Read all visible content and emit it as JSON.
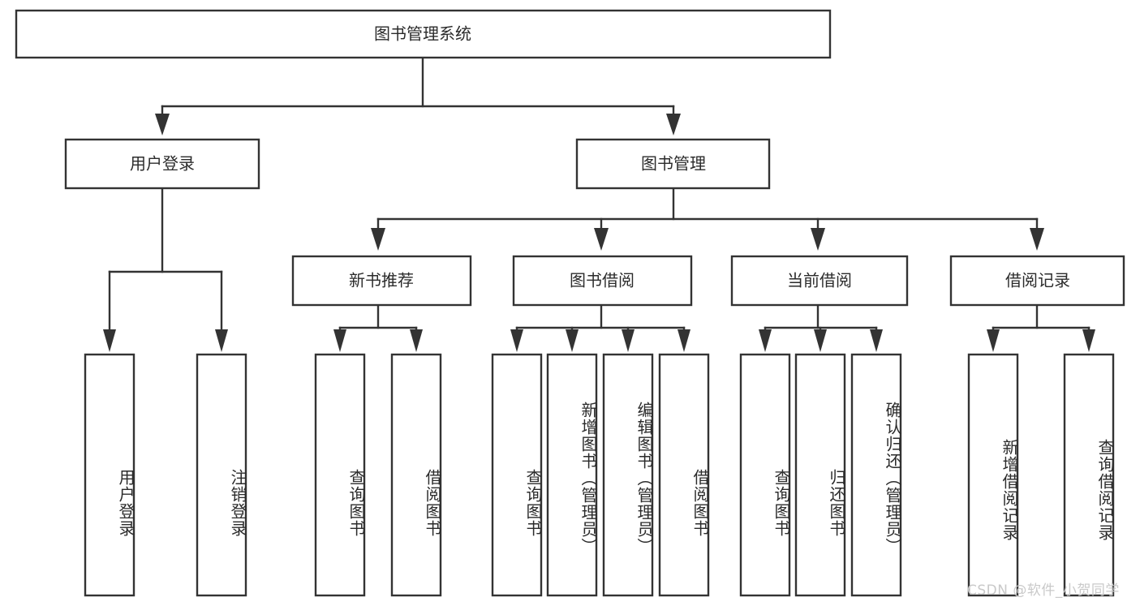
{
  "diagram": {
    "title": "图书管理系统",
    "type": "tree-hierarchy",
    "root": {
      "id": "root",
      "label": "图书管理系统",
      "orientation": "horizontal"
    },
    "level2": [
      {
        "id": "user-login",
        "label": "用户登录",
        "orientation": "horizontal"
      },
      {
        "id": "book-manage",
        "label": "图书管理",
        "orientation": "horizontal"
      }
    ],
    "level3": [
      {
        "id": "new-book-recommend",
        "label": "新书推荐",
        "parent": "book-manage",
        "orientation": "horizontal"
      },
      {
        "id": "book-borrow",
        "label": "图书借阅",
        "parent": "book-manage",
        "orientation": "horizontal"
      },
      {
        "id": "current-borrow",
        "label": "当前借阅",
        "parent": "book-manage",
        "orientation": "horizontal"
      },
      {
        "id": "borrow-record",
        "label": "借阅记录",
        "parent": "book-manage",
        "orientation": "horizontal"
      }
    ],
    "leaves": [
      {
        "id": "leaf-user-login",
        "label": "用户登录",
        "parent": "user-login",
        "orientation": "vertical"
      },
      {
        "id": "leaf-logout-login",
        "label": "注销登录",
        "parent": "user-login",
        "orientation": "vertical"
      },
      {
        "id": "leaf-query-book-1",
        "label": "查询图书",
        "parent": "new-book-recommend",
        "orientation": "vertical"
      },
      {
        "id": "leaf-borrow-book-1",
        "label": "借阅图书",
        "parent": "new-book-recommend",
        "orientation": "vertical"
      },
      {
        "id": "leaf-query-book-2",
        "label": "查询图书",
        "parent": "book-borrow",
        "orientation": "vertical"
      },
      {
        "id": "leaf-add-book",
        "label": "新增图书（管理员）",
        "parent": "book-borrow",
        "orientation": "vertical"
      },
      {
        "id": "leaf-edit-book",
        "label": "编辑图书（管理员）",
        "parent": "book-borrow",
        "orientation": "vertical"
      },
      {
        "id": "leaf-borrow-book-2",
        "label": "借阅图书",
        "parent": "book-borrow",
        "orientation": "vertical"
      },
      {
        "id": "leaf-query-book-3",
        "label": "查询图书",
        "parent": "current-borrow",
        "orientation": "vertical"
      },
      {
        "id": "leaf-return-book",
        "label": "归还图书",
        "parent": "current-borrow",
        "orientation": "vertical"
      },
      {
        "id": "leaf-confirm-return",
        "label": "确认归还（管理员）",
        "parent": "current-borrow",
        "orientation": "vertical"
      },
      {
        "id": "leaf-add-record",
        "label": "新增借阅记录",
        "parent": "borrow-record",
        "orientation": "vertical"
      },
      {
        "id": "leaf-query-record",
        "label": "查询借阅记录",
        "parent": "borrow-record",
        "orientation": "vertical"
      }
    ],
    "watermark": "CSDN @软件_小贺同学",
    "colors": {
      "box_stroke": "#333333",
      "box_fill": "#ffffff",
      "text": "#2b2b2b",
      "connector": "#333333",
      "watermark": "#c9c9c9",
      "background": "#ffffff"
    }
  }
}
